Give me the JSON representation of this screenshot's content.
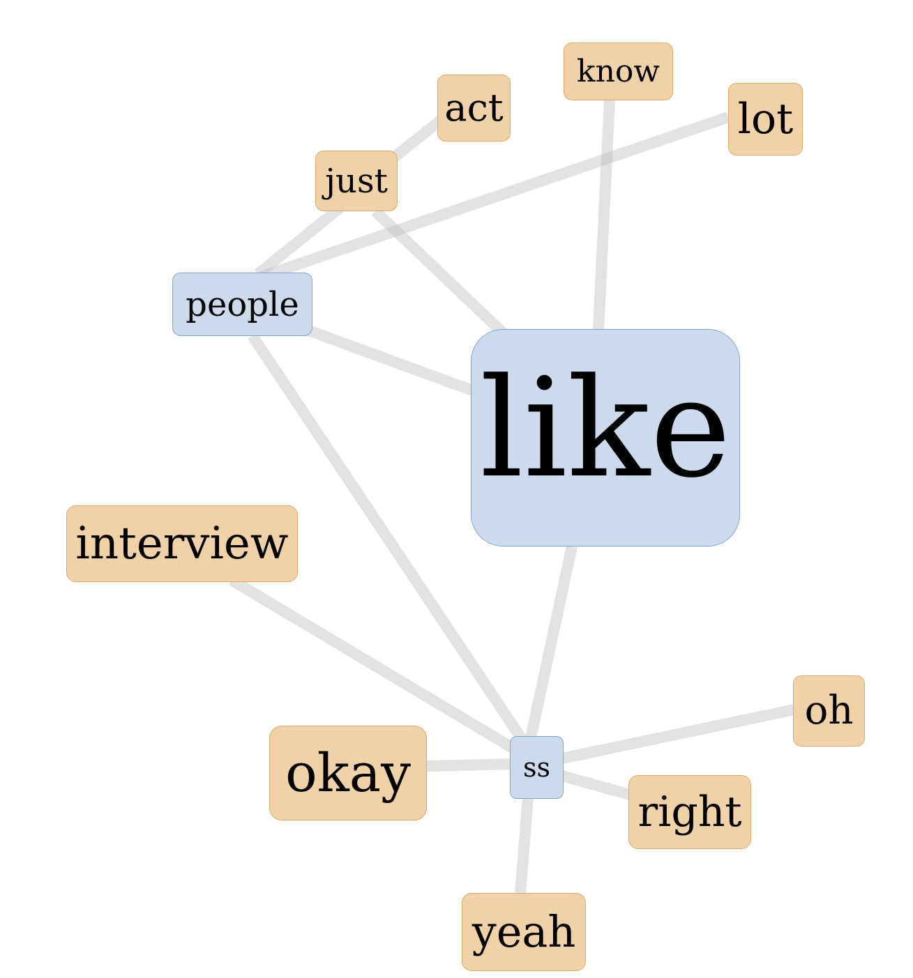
{
  "diagram": {
    "type": "word-network",
    "colors": {
      "hub_fill": "#ccdaec",
      "hub_border": "#7ea6d2",
      "leaf_fill": "#f1d1a7",
      "leaf_border": "#e0a865",
      "edge": "#bebebe"
    },
    "nodes": {
      "like": {
        "label": "like",
        "kind": "hub"
      },
      "people": {
        "label": "people",
        "kind": "hub"
      },
      "ss": {
        "label": "ss",
        "kind": "hub"
      },
      "just": {
        "label": "just",
        "kind": "leaf"
      },
      "act": {
        "label": "act",
        "kind": "leaf"
      },
      "know": {
        "label": "know",
        "kind": "leaf"
      },
      "lot": {
        "label": "lot",
        "kind": "leaf"
      },
      "interview": {
        "label": "interview",
        "kind": "leaf"
      },
      "okay": {
        "label": "okay",
        "kind": "leaf"
      },
      "oh": {
        "label": "oh",
        "kind": "leaf"
      },
      "right": {
        "label": "right",
        "kind": "leaf"
      },
      "yeah": {
        "label": "yeah",
        "kind": "leaf"
      }
    },
    "edges": [
      [
        "just",
        "act"
      ],
      [
        "just",
        "people"
      ],
      [
        "just",
        "like"
      ],
      [
        "people",
        "lot"
      ],
      [
        "people",
        "like"
      ],
      [
        "people",
        "ss"
      ],
      [
        "know",
        "like"
      ],
      [
        "like",
        "ss"
      ],
      [
        "interview",
        "ss"
      ],
      [
        "okay",
        "ss"
      ],
      [
        "ss",
        "oh"
      ],
      [
        "ss",
        "right"
      ],
      [
        "ss",
        "yeah"
      ]
    ]
  }
}
